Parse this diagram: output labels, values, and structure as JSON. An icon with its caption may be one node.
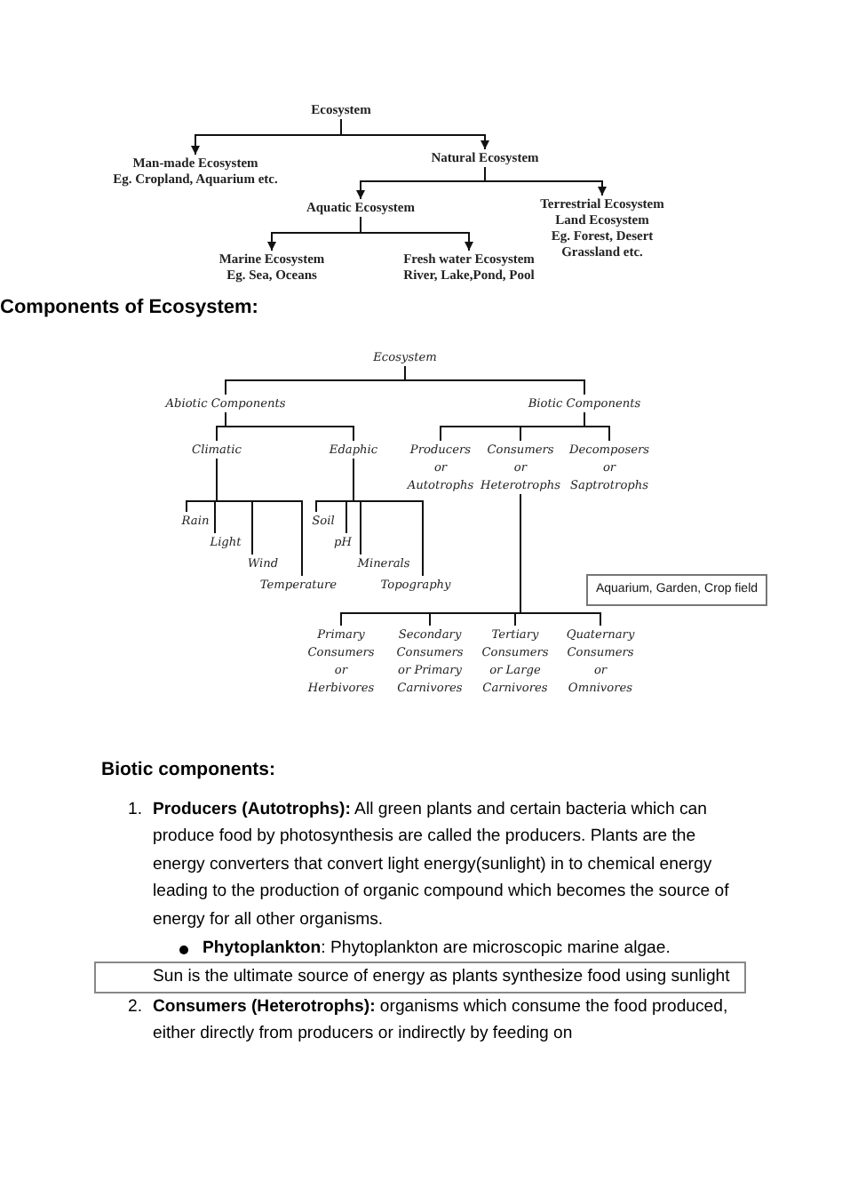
{
  "diagram": {
    "nodes": [
      {
        "text": [
          "Ecosystem"
        ]
      },
      {
        "text": [
          "Man-made Ecosystem",
          "Eg. Cropland, Aquarium etc."
        ]
      },
      {
        "text": [
          "Natural Ecosystem"
        ]
      },
      {
        "text": [
          "Aquatic Ecosystem"
        ]
      },
      {
        "text": [
          "Terrestrial Ecosystem Land Ecosystem",
          "Eg. Forest, Desert Grassland etc."
        ]
      },
      {
        "text": [
          "Marine Ecosystem",
          "Eg. Sea, Oceans"
        ]
      },
      {
        "text": [
          "Fresh water Ecosystem",
          "River, Lake,Pond, Pool"
        ]
      },
      {
        "text": [
          "Ecosystem"
        ]
      },
      {
        "text": [
          "Abiotic Components"
        ]
      },
      {
        "text": [
          "Biotic Components"
        ]
      },
      {
        "text": [
          "Climatic"
        ]
      },
      {
        "text": [
          "Edaphic"
        ]
      },
      {
        "text": [
          "Producers or Autotrophs"
        ]
      },
      {
        "text": [
          "Consumers or Heterotrophs"
        ]
      },
      {
        "text": [
          "Decomposers or Saptrotrophs"
        ]
      },
      {
        "text": [
          "Rain"
        ]
      },
      {
        "text": [
          "Light"
        ]
      },
      {
        "text": [
          "Wind"
        ]
      },
      {
        "text": [
          "Temperature"
        ]
      },
      {
        "text": [
          "Soil"
        ]
      },
      {
        "text": [
          "pH"
        ]
      },
      {
        "text": [
          "Minerals"
        ]
      },
      {
        "text": [
          "Topography"
        ]
      },
      {
        "text": [
          "Primary Consumers or Herbivores"
        ]
      },
      {
        "text": [
          "Secondary Consumers or Primary Carnivores"
        ]
      },
      {
        "text": [
          "Tertiary Consumers or Large Carnivores"
        ]
      },
      {
        "text": [
          "Quaternary Consumers or Omnivores"
        ]
      },
      {
        "text": [
          "Aquarium, Garden, Crop field"
        ]
      },
      {
        "text": [
          "Sun is the ultimate source of energy as plants synthesize food using sunlight"
        ]
      }
    ],
    "edges": [
      {
        "from": 0,
        "to": 1,
        "arrow": "to"
      },
      {
        "from": 0,
        "to": 2,
        "arrow": "to"
      },
      {
        "from": 2,
        "to": 3,
        "arrow": "to"
      },
      {
        "from": 2,
        "to": 4,
        "arrow": "to"
      },
      {
        "from": 3,
        "to": 5,
        "arrow": "to"
      },
      {
        "from": 3,
        "to": 6,
        "arrow": "to"
      },
      {
        "from": 7,
        "to": 8,
        "arrow": "none"
      },
      {
        "from": 7,
        "to": 9,
        "arrow": "none"
      },
      {
        "from": 8,
        "to": 10,
        "arrow": "none"
      },
      {
        "from": 8,
        "to": 11,
        "arrow": "none"
      },
      {
        "from": 9,
        "to": 12,
        "arrow": "none"
      },
      {
        "from": 9,
        "to": 13,
        "arrow": "none"
      },
      {
        "from": 9,
        "to": 14,
        "arrow": "none"
      },
      {
        "from": 10,
        "to": 15,
        "arrow": "none"
      },
      {
        "from": 10,
        "to": 16,
        "arrow": "none"
      },
      {
        "from": 10,
        "to": 17,
        "arrow": "none"
      },
      {
        "from": 10,
        "to": 18,
        "arrow": "none"
      },
      {
        "from": 11,
        "to": 19,
        "arrow": "none"
      },
      {
        "from": 11,
        "to": 20,
        "arrow": "none"
      },
      {
        "from": 11,
        "to": 21,
        "arrow": "none"
      },
      {
        "from": 11,
        "to": 22,
        "arrow": "none"
      },
      {
        "from": 13,
        "to": 23,
        "arrow": "none"
      },
      {
        "from": 13,
        "to": 24,
        "arrow": "none"
      },
      {
        "from": 13,
        "to": 25,
        "arrow": "none"
      },
      {
        "from": 13,
        "to": 26,
        "arrow": "none"
      }
    ],
    "labels": [
      "Components of Ecosystem:",
      "Biotic components:",
      "1.",
      "**Producers (Autotrophs):** All green plants and certain bacteria which can produce food by photosynthesis are called the producers. Plants are the energy converters that convert light energy(sunlight) in to chemical energy leading to the production of organic compound which becomes the source of energy for all other organisms.",
      "**Phytoplankton**: Phytoplankton are microscopic marine algae.",
      "2.",
      "**Consumers (Heterotrophs):** organisms which consume the food produced, either directly from producers or indirectly by feeding on"
    ]
  }
}
